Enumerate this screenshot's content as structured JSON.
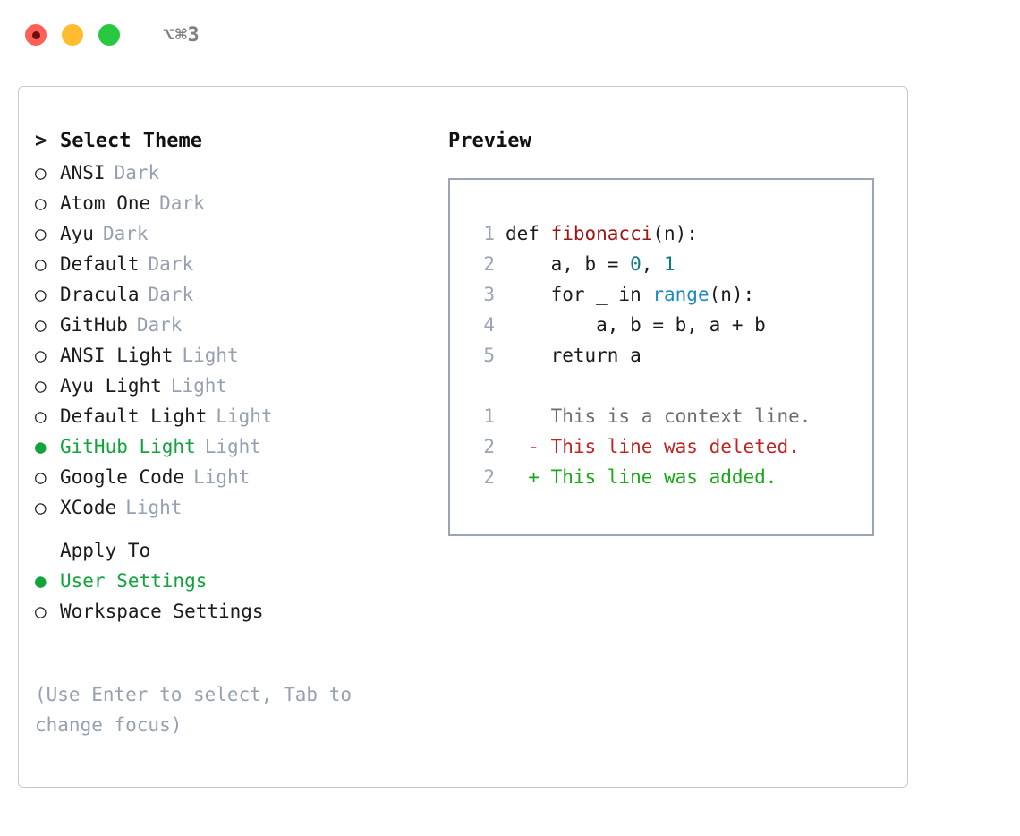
{
  "titlebar": {
    "shortcut": "⌥⌘3",
    "lights": [
      {
        "name": "close",
        "color": "#ff5f57"
      },
      {
        "name": "minimize",
        "color": "#febc2e"
      },
      {
        "name": "maximize",
        "color": "#28c840"
      }
    ]
  },
  "theme_picker": {
    "header": {
      "prefix": ">",
      "title": "Select Theme"
    },
    "bullet_selected": "●",
    "bullet_unselected": "○",
    "selected_color": "#12a33c",
    "items": [
      {
        "label": "ANSI",
        "badge": "Dark",
        "selected": false
      },
      {
        "label": "Atom One",
        "badge": "Dark",
        "selected": false
      },
      {
        "label": "Ayu",
        "badge": "Dark",
        "selected": false
      },
      {
        "label": "Default",
        "badge": "Dark",
        "selected": false
      },
      {
        "label": "Dracula",
        "badge": "Dark",
        "selected": false
      },
      {
        "label": "GitHub",
        "badge": "Dark",
        "selected": false
      },
      {
        "label": "ANSI Light",
        "badge": "Light",
        "selected": false
      },
      {
        "label": "Ayu Light",
        "badge": "Light",
        "selected": false
      },
      {
        "label": "Default Light",
        "badge": "Light",
        "selected": false
      },
      {
        "label": "GitHub Light",
        "badge": "Light",
        "selected": true
      },
      {
        "label": "Google Code",
        "badge": "Light",
        "selected": false
      },
      {
        "label": "XCode",
        "badge": "Light",
        "selected": false
      }
    ]
  },
  "apply_to": {
    "title": "Apply To",
    "items": [
      {
        "label": "User Settings",
        "selected": true
      },
      {
        "label": "Workspace Settings",
        "selected": false
      }
    ]
  },
  "hint": "(Use Enter to select, Tab to change focus)",
  "preview": {
    "title": "Preview",
    "code_lines": [
      {
        "num": "1",
        "tokens": [
          {
            "text": "def ",
            "type": "plain"
          },
          {
            "text": "fibonacci",
            "type": "fn"
          },
          {
            "text": "(n):",
            "type": "plain"
          }
        ]
      },
      {
        "num": "2",
        "tokens": [
          {
            "text": "    a, b = ",
            "type": "plain"
          },
          {
            "text": "0",
            "type": "num"
          },
          {
            "text": ", ",
            "type": "plain"
          },
          {
            "text": "1",
            "type": "num"
          }
        ]
      },
      {
        "num": "3",
        "tokens": [
          {
            "text": "    for _ in ",
            "type": "plain"
          },
          {
            "text": "range",
            "type": "builtin"
          },
          {
            "text": "(n):",
            "type": "plain"
          }
        ]
      },
      {
        "num": "4",
        "tokens": [
          {
            "text": "        a, b = b, a + b",
            "type": "plain"
          }
        ]
      },
      {
        "num": "5",
        "tokens": [
          {
            "text": "    return a",
            "type": "plain"
          }
        ]
      }
    ],
    "diff_lines": [
      {
        "num": "1",
        "marker": " ",
        "text": "This is a context line.",
        "kind": "ctx"
      },
      {
        "num": "2",
        "marker": "-",
        "text": "This line was deleted.",
        "kind": "del"
      },
      {
        "num": "2",
        "marker": "+",
        "text": "This line was added.",
        "kind": "add"
      }
    ]
  }
}
